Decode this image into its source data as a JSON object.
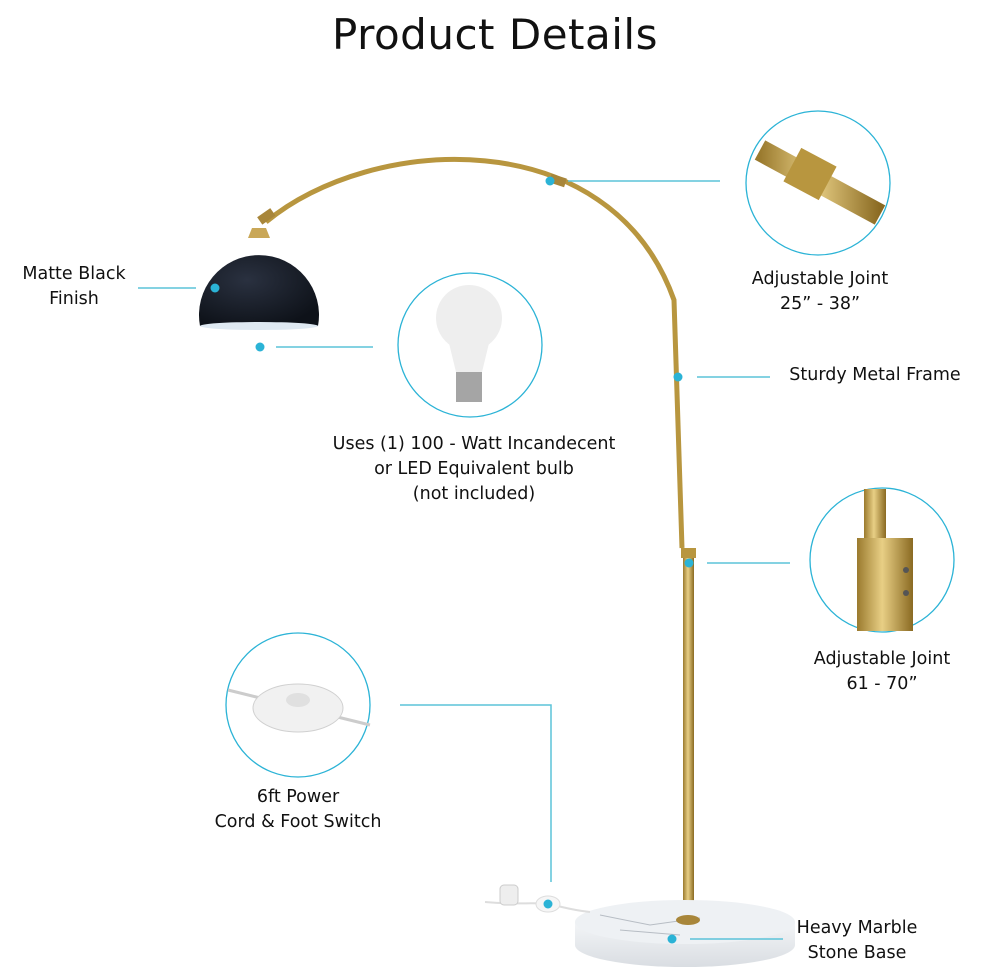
{
  "title": "Product Details",
  "accent_color": "#2bb3d6",
  "callouts": {
    "shade": {
      "lines": [
        "Matte Black",
        "Finish"
      ]
    },
    "joint_upper": {
      "lines": [
        "Adjustable Joint",
        "25” - 38”"
      ]
    },
    "frame": {
      "lines": [
        "Sturdy Metal Frame"
      ]
    },
    "bulb": {
      "lines": [
        "Uses (1) 100 - Watt Incandecent",
        "or LED Equivalent bulb",
        "(not included)"
      ]
    },
    "joint_lower": {
      "lines": [
        "Adjustable Joint",
        "61 - 70”"
      ]
    },
    "switch": {
      "lines": [
        "6ft Power",
        "Cord & Foot Switch"
      ]
    },
    "base": {
      "lines": [
        "Heavy Marble",
        "Stone Base"
      ]
    }
  }
}
